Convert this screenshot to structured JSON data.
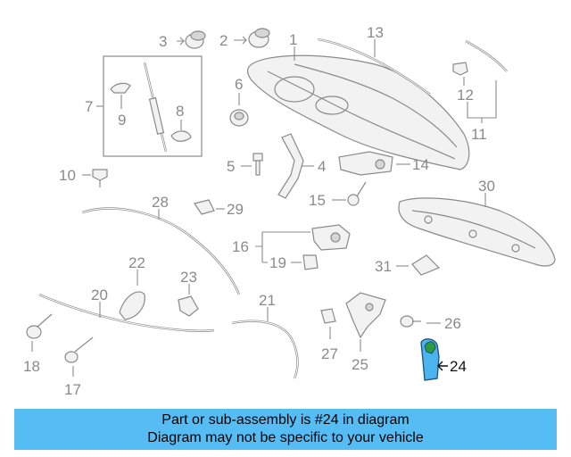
{
  "diagram": {
    "callouts": [
      {
        "id": "1",
        "label": "1"
      },
      {
        "id": "2",
        "label": "2"
      },
      {
        "id": "3",
        "label": "3"
      },
      {
        "id": "4",
        "label": "4"
      },
      {
        "id": "5",
        "label": "5"
      },
      {
        "id": "6",
        "label": "6"
      },
      {
        "id": "7",
        "label": "7"
      },
      {
        "id": "8",
        "label": "8"
      },
      {
        "id": "9",
        "label": "9"
      },
      {
        "id": "10",
        "label": "10"
      },
      {
        "id": "11",
        "label": "11"
      },
      {
        "id": "12",
        "label": "12"
      },
      {
        "id": "13",
        "label": "13"
      },
      {
        "id": "14",
        "label": "14"
      },
      {
        "id": "15",
        "label": "15"
      },
      {
        "id": "16",
        "label": "16"
      },
      {
        "id": "17",
        "label": "17"
      },
      {
        "id": "18",
        "label": "18"
      },
      {
        "id": "19",
        "label": "19"
      },
      {
        "id": "20",
        "label": "20"
      },
      {
        "id": "21",
        "label": "21"
      },
      {
        "id": "22",
        "label": "22"
      },
      {
        "id": "23",
        "label": "23"
      },
      {
        "id": "24",
        "label": "24"
      },
      {
        "id": "25",
        "label": "25"
      },
      {
        "id": "26",
        "label": "26"
      },
      {
        "id": "27",
        "label": "27"
      },
      {
        "id": "28",
        "label": "28"
      },
      {
        "id": "29",
        "label": "29"
      },
      {
        "id": "30",
        "label": "30"
      },
      {
        "id": "31",
        "label": "31"
      }
    ],
    "highlighted_part": "24",
    "highlight_color": "#4ab4ee",
    "line_color": "#8a8a8a"
  },
  "banner": {
    "line1": "Part or sub-assembly is #24 in diagram",
    "line2": "Diagram may not be specific to your vehicle",
    "background": "#55bdf4"
  }
}
